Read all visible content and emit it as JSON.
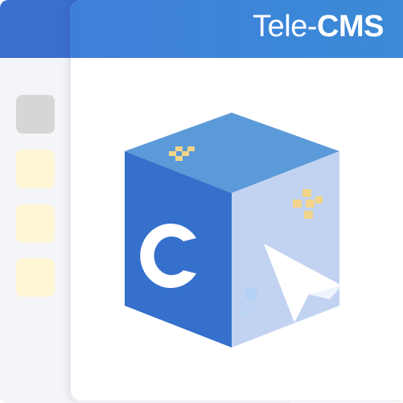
{
  "header": {
    "logo_light": "Tele-",
    "logo_bold": "CMS"
  },
  "sidebar": {
    "tiles": [
      "gray",
      "cream",
      "cream",
      "cream"
    ]
  },
  "illustration": {
    "icon": "cms-cube-icon",
    "cursor_icon": "arrow-cursor-icon"
  },
  "colors": {
    "brand_blue": "#3a6fce",
    "cube_top": "#5b9ad9",
    "cube_left": "#3470cc",
    "cube_right": "#c2d2f1",
    "accent_yellow": "#f2d58a"
  }
}
